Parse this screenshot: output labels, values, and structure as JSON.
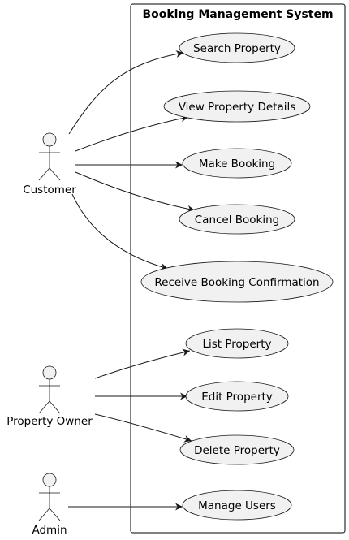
{
  "system": {
    "title": "Booking Management System"
  },
  "actors": [
    {
      "id": "customer",
      "label": "Customer"
    },
    {
      "id": "property_owner",
      "label": "Property Owner"
    },
    {
      "id": "admin",
      "label": "Admin"
    }
  ],
  "use_cases": [
    {
      "id": "search_property",
      "label": "Search Property"
    },
    {
      "id": "view_property_details",
      "label": "View Property Details"
    },
    {
      "id": "make_booking",
      "label": "Make Booking"
    },
    {
      "id": "cancel_booking",
      "label": "Cancel Booking"
    },
    {
      "id": "receive_booking_confirmation",
      "label": "Receive Booking Confirmation"
    },
    {
      "id": "list_property",
      "label": "List Property"
    },
    {
      "id": "edit_property",
      "label": "Edit Property"
    },
    {
      "id": "delete_property",
      "label": "Delete Property"
    },
    {
      "id": "manage_users",
      "label": "Manage Users"
    }
  ],
  "associations": [
    {
      "from": "customer",
      "to": "search_property"
    },
    {
      "from": "customer",
      "to": "view_property_details"
    },
    {
      "from": "customer",
      "to": "make_booking"
    },
    {
      "from": "customer",
      "to": "cancel_booking"
    },
    {
      "from": "customer",
      "to": "receive_booking_confirmation"
    },
    {
      "from": "property_owner",
      "to": "list_property"
    },
    {
      "from": "property_owner",
      "to": "edit_property"
    },
    {
      "from": "property_owner",
      "to": "delete_property"
    },
    {
      "from": "admin",
      "to": "manage_users"
    }
  ],
  "colors": {
    "usecase_fill": "#f1f1f1",
    "actor_fill": "#f1f1f1",
    "stroke": "#181818",
    "boundary_stroke": "#000000"
  }
}
